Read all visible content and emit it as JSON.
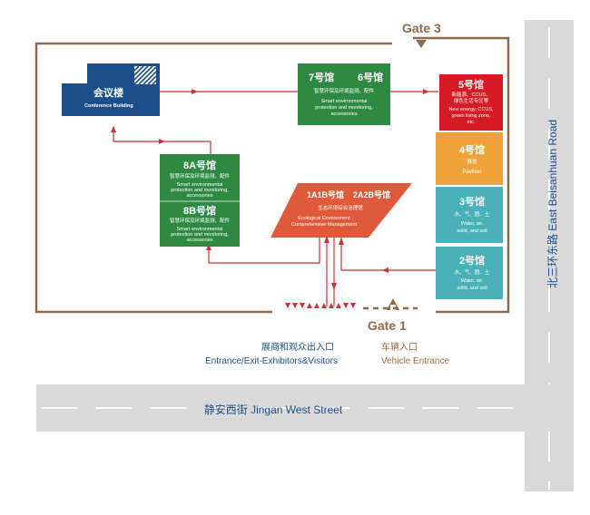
{
  "gates": {
    "gate3": "Gate 3",
    "gate1": "Gate 1"
  },
  "entrances": {
    "visitor_cn": "展商和观众出入口",
    "visitor_en": "Entrance/Exit-Exhibitors&Visitors",
    "vehicle_cn": "车辆入口",
    "vehicle_en": "Vehicle Entrance"
  },
  "roads": {
    "south": "静安西街 Jingan West Street",
    "east": "北三环东路 East Beisanhuan Road"
  },
  "buildings": {
    "conference": {
      "cn": "会议楼",
      "en": "Conference Building"
    },
    "hall76": {
      "left": "7号馆",
      "right": "6号馆",
      "cn": "智慧环保及环境监测、配件",
      "en1": "Smart environmental",
      "en2": "protection and monitoring,",
      "en3": "accessories"
    },
    "hall8a": {
      "title": "8A号馆",
      "cn": "智慧环保及环境监测、配件",
      "en1": "Smart environmental",
      "en2": "protection and monitoring,",
      "en3": "accessories"
    },
    "hall8b": {
      "title": "8B号馆",
      "cn": "智慧环保及环境监测、配件",
      "en1": "Smart environmental",
      "en2": "protection and monitoring,",
      "en3": "accessories"
    },
    "hall1a1b": {
      "left": "1A1B号馆",
      "right": "2A2B号馆",
      "cn": "生态环境综合治理馆",
      "en1": "Ecological  Environment",
      "en2": "Comprehensive  Management"
    },
    "hall5": {
      "title": "5号馆",
      "cn1": "新能源、CCUS、",
      "cn2": "绿色生活专区等",
      "en1": "New energy, CCUS,",
      "en2": "green living zone,",
      "en3": "etc."
    },
    "hall4": {
      "title": "4号馆",
      "cn": "展馆",
      "en": "Pavilion"
    },
    "hall3": {
      "title": "3号馆",
      "cn": "水、气、固、土",
      "en1": "Water, air,",
      "en2": "solid, and soil"
    },
    "hall2": {
      "title": "2号馆",
      "cn": "水、气、固、土",
      "en1": "Water, air,",
      "en2": "solid, and soil"
    }
  },
  "colors": {
    "boundary": "#8a6a4e",
    "route": "#c8333a",
    "conference": "#1c4f8a",
    "green_hall": "#2e8a43",
    "central_hall": "#e0593a",
    "hall5": "#d71b24",
    "hall4": "#f0a23a",
    "teal_hall": "#4ab1b8",
    "road": "#d9d9d9",
    "gate_text": "#8a6a4e",
    "entrance_blue": "#1c4f8a",
    "vehicle_brown": "#9a6a3a"
  }
}
